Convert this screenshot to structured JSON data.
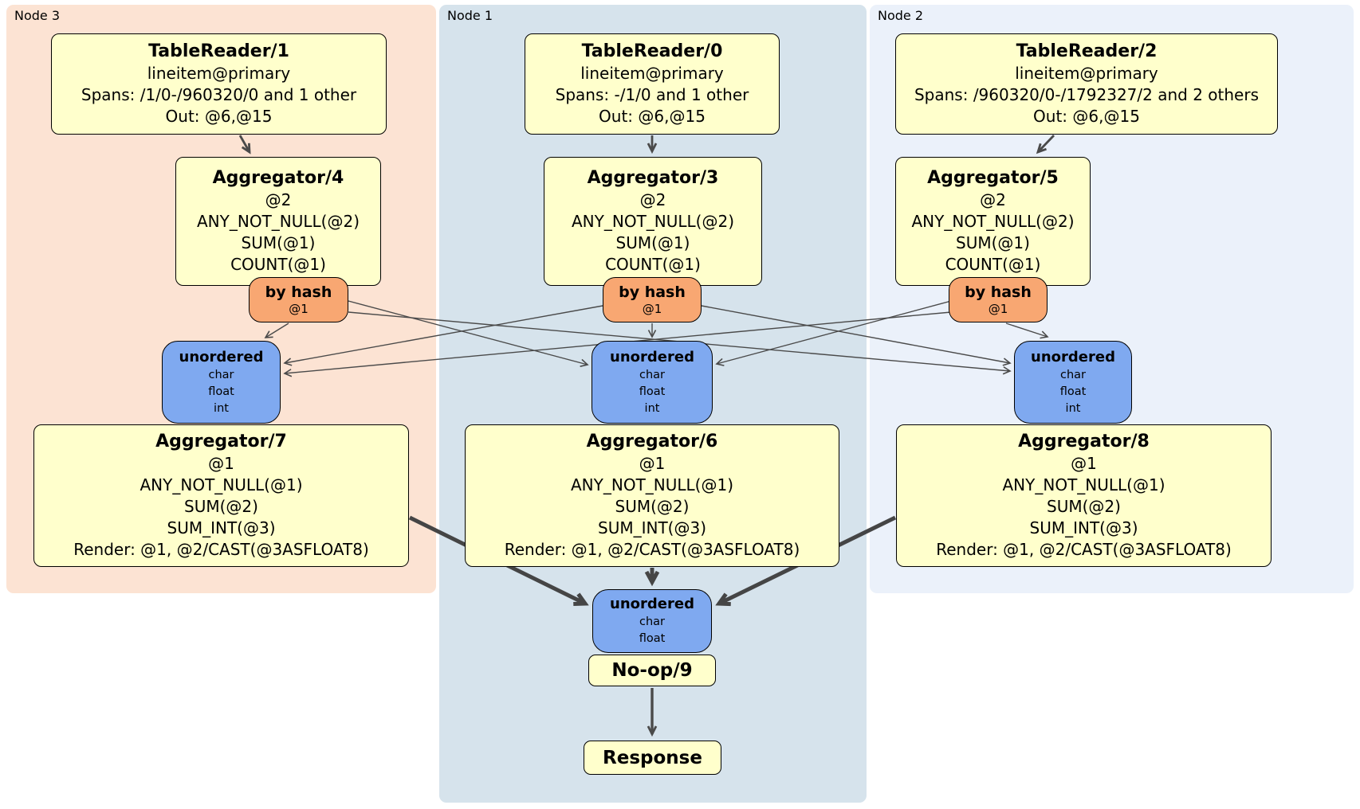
{
  "colors": {
    "processor_box_fill": "#ffffcc",
    "router_fill": "#f8a772",
    "sync_fill": "#7fa9f0",
    "node1_panel_bg": "#d6e3ec",
    "node2_panel_bg": "#ebf1fa",
    "node3_panel_bg": "#fce3d3",
    "edge_color": "#4a4a4a"
  },
  "columns": [
    {
      "panel_label": "Node 3",
      "table_reader": {
        "title": "TableReader/1",
        "index": "lineitem@primary",
        "spans": "Spans: /1/0-/960320/0 and 1 other",
        "out": "Out: @6,@15"
      },
      "top_aggregator": {
        "title": "Aggregator/4",
        "lines": [
          "@2",
          "ANY_NOT_NULL(@2)",
          "SUM(@1)",
          "COUNT(@1)"
        ]
      },
      "router": {
        "title": "by hash",
        "key": "@1"
      },
      "sync": {
        "title": "unordered",
        "streams": [
          "char",
          "float",
          "int"
        ]
      },
      "bottom_aggregator": {
        "title": "Aggregator/7",
        "lines": [
          "@1",
          "ANY_NOT_NULL(@1)",
          "SUM(@2)",
          "SUM_INT(@3)",
          "Render: @1, @2/CAST(@3ASFLOAT8)"
        ]
      }
    },
    {
      "panel_label": "Node 1",
      "table_reader": {
        "title": "TableReader/0",
        "index": "lineitem@primary",
        "spans": "Spans: -/1/0 and 1 other",
        "out": "Out: @6,@15"
      },
      "top_aggregator": {
        "title": "Aggregator/3",
        "lines": [
          "@2",
          "ANY_NOT_NULL(@2)",
          "SUM(@1)",
          "COUNT(@1)"
        ]
      },
      "router": {
        "title": "by hash",
        "key": "@1"
      },
      "sync": {
        "title": "unordered",
        "streams": [
          "char",
          "float",
          "int"
        ]
      },
      "bottom_aggregator": {
        "title": "Aggregator/6",
        "lines": [
          "@1",
          "ANY_NOT_NULL(@1)",
          "SUM(@2)",
          "SUM_INT(@3)",
          "Render: @1, @2/CAST(@3ASFLOAT8)"
        ]
      }
    },
    {
      "panel_label": "Node 2",
      "table_reader": {
        "title": "TableReader/2",
        "index": "lineitem@primary",
        "spans": "Spans: /960320/0-/1792327/2 and 2 others",
        "out": "Out: @6,@15"
      },
      "top_aggregator": {
        "title": "Aggregator/5",
        "lines": [
          "@2",
          "ANY_NOT_NULL(@2)",
          "SUM(@1)",
          "COUNT(@1)"
        ]
      },
      "router": {
        "title": "by hash",
        "key": "@1"
      },
      "sync": {
        "title": "unordered",
        "streams": [
          "char",
          "float",
          "int"
        ]
      },
      "bottom_aggregator": {
        "title": "Aggregator/8",
        "lines": [
          "@1",
          "ANY_NOT_NULL(@1)",
          "SUM(@2)",
          "SUM_INT(@3)",
          "Render: @1, @2/CAST(@3ASFLOAT8)"
        ]
      }
    }
  ],
  "final": {
    "sync": {
      "title": "unordered",
      "streams": [
        "char",
        "float"
      ]
    },
    "noop_label": "No-op/9",
    "response_label": "Response"
  }
}
